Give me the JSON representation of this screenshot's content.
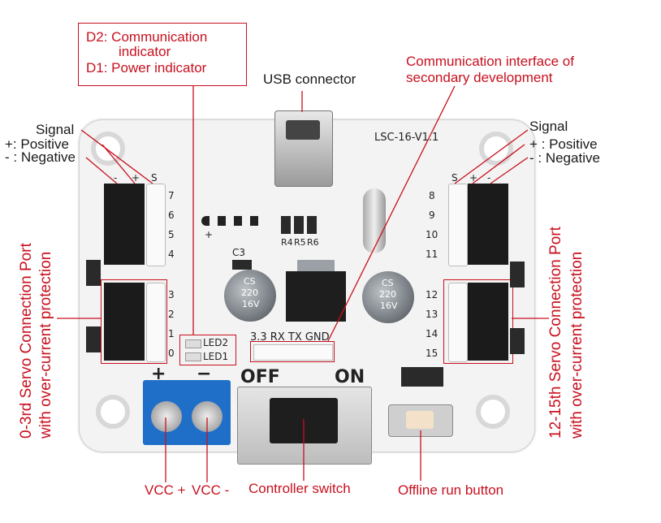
{
  "labels": {
    "d2": "D2: Communication",
    "d2_cont": "indicator",
    "d1": "D1: Power indicator",
    "usb": "USB connector",
    "comm_if_1": "Communication interface of",
    "comm_if_2": "secondary development",
    "signal_left": "Signal",
    "positive_left": "+: Positive",
    "negative_left": "- : Negative",
    "signal_right": "Signal",
    "positive_right": "+ : Positive",
    "negative_right": "- : Negative",
    "left_port_1": "0-3rd  Servo Connection Port",
    "left_port_2": "with over-current protection",
    "right_port_1": "12-15th  Servo Connection Port",
    "right_port_2": "with over-current protection",
    "vcc_plus": "VCC +",
    "vcc_minus": "VCC -",
    "controller_switch": "Controller switch",
    "offline_button": "Offline run button"
  },
  "silkscreen": {
    "model": "LSC-16-V1.1",
    "left_header": [
      "-",
      "+",
      "S"
    ],
    "right_header": [
      "S",
      "+",
      "-"
    ],
    "left_upper_nums": [
      "7",
      "6",
      "5",
      "4"
    ],
    "left_lower_nums": [
      "3",
      "2",
      "1",
      "0"
    ],
    "right_upper_nums": [
      "8",
      "9",
      "10",
      "11"
    ],
    "right_lower_nums": [
      "12",
      "13",
      "14",
      "15"
    ],
    "led2": "LED2",
    "led1": "LED1",
    "c3": "C3",
    "r4": "R4",
    "r5": "R5",
    "r6": "R6",
    "comm_pins": "3.3 RX TX GND",
    "cap_left": [
      "CS",
      "220",
      "16V"
    ],
    "cap_right": [
      "CS",
      "220",
      "16V"
    ],
    "off": "OFF",
    "on": "ON",
    "terminal_plus": "+",
    "terminal_minus": "−",
    "plus_mark": "+"
  },
  "colors": {
    "accent_red": "#c8101e",
    "board": "#f3f3f3",
    "terminal_blue": "#1f6fc8"
  }
}
